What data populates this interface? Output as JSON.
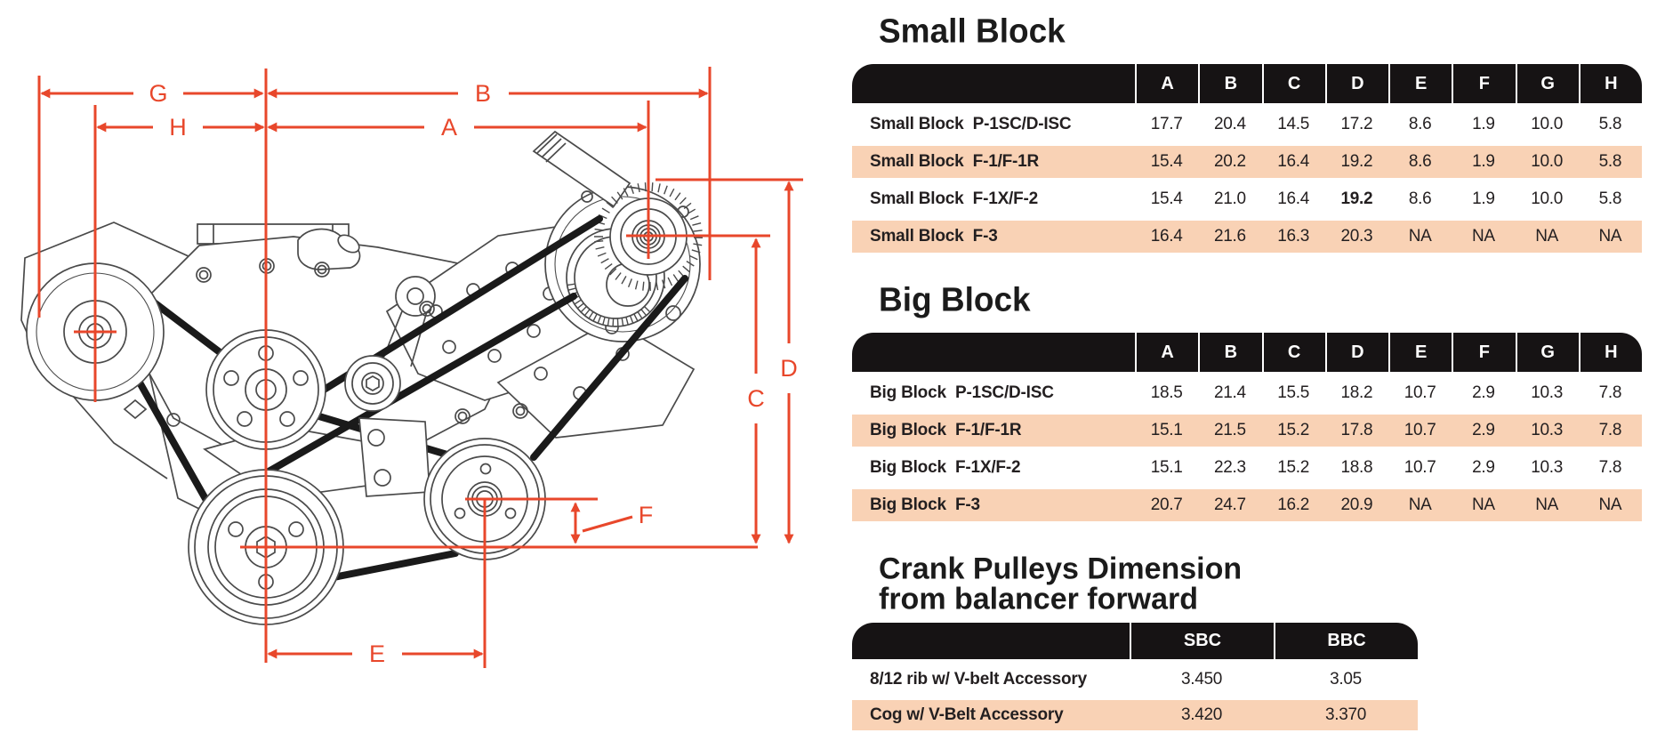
{
  "colors": {
    "accent_red": "#E8472B",
    "row_peach": "#F9D2B5",
    "header_black": "#161314",
    "text_dark": "#231F20"
  },
  "diagram": {
    "dims": {
      "A": "A",
      "B": "B",
      "C": "C",
      "D": "D",
      "E": "E",
      "F": "F",
      "G": "G",
      "H": "H"
    }
  },
  "tables": {
    "small_block": {
      "title": "Small Block",
      "columns": [
        "A",
        "B",
        "C",
        "D",
        "E",
        "F",
        "G",
        "H"
      ],
      "rows": [
        {
          "label": "Small Block  P-1SC/D-ISC",
          "values": [
            "17.7",
            "20.4",
            "14.5",
            "17.2",
            "8.6",
            "1.9",
            "10.0",
            "5.8"
          ]
        },
        {
          "label": "Small Block  F-1/F-1R",
          "values": [
            "15.4",
            "20.2",
            "16.4",
            "19.2",
            "8.6",
            "1.9",
            "10.0",
            "5.8"
          ]
        },
        {
          "label": "Small Block  F-1X/F-2",
          "values": [
            "15.4",
            "21.0",
            "16.4",
            "19.2",
            "8.6",
            "1.9",
            "10.0",
            "5.8"
          ],
          "bold_cols": [
            3
          ]
        },
        {
          "label": "Small Block  F-3",
          "values": [
            "16.4",
            "21.6",
            "16.3",
            "20.3",
            "NA",
            "NA",
            "NA",
            "NA"
          ]
        }
      ]
    },
    "big_block": {
      "title": "Big Block",
      "columns": [
        "A",
        "B",
        "C",
        "D",
        "E",
        "F",
        "G",
        "H"
      ],
      "rows": [
        {
          "label": "Big Block  P-1SC/D-ISC",
          "values": [
            "18.5",
            "21.4",
            "15.5",
            "18.2",
            "10.7",
            "2.9",
            "10.3",
            "7.8"
          ]
        },
        {
          "label": "Big Block  F-1/F-1R",
          "values": [
            "15.1",
            "21.5",
            "15.2",
            "17.8",
            "10.7",
            "2.9",
            "10.3",
            "7.8"
          ]
        },
        {
          "label": "Big Block  F-1X/F-2",
          "values": [
            "15.1",
            "22.3",
            "15.2",
            "18.8",
            "10.7",
            "2.9",
            "10.3",
            "7.8"
          ]
        },
        {
          "label": "Big Block  F-3",
          "values": [
            "20.7",
            "24.7",
            "16.2",
            "20.9",
            "NA",
            "NA",
            "NA",
            "NA"
          ]
        }
      ]
    },
    "crank": {
      "title_line1": "Crank Pulleys Dimension",
      "title_line2": "from balancer forward",
      "columns": [
        "SBC",
        "BBC"
      ],
      "rows": [
        {
          "label": "8/12 rib w/ V-belt Accessory",
          "values": [
            "3.450",
            "3.05"
          ]
        },
        {
          "label": "Cog w/ V-Belt Accessory",
          "values": [
            "3.420",
            "3.370"
          ]
        }
      ]
    }
  }
}
